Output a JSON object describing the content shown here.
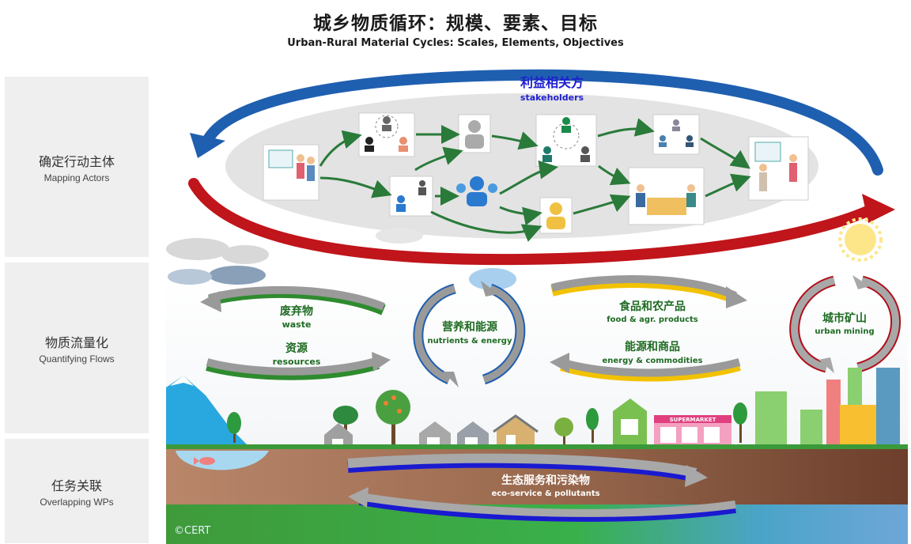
{
  "title": {
    "zh": "城乡物质循环：规模、要素、目标",
    "en": "Urban-Rural Material Cycles: Scales, Elements, Objectives"
  },
  "sidebar": [
    {
      "zh": "确定行动主体",
      "en": "Mapping Actors"
    },
    {
      "zh": "物质流量化",
      "en": "Quantifying Flows"
    },
    {
      "zh": "任务关联",
      "en": "Overlapping  WPs"
    }
  ],
  "stakeholders": {
    "zh": "利益相关方",
    "en": "stakeholders"
  },
  "flows": {
    "waste": {
      "zh": "废弃物",
      "en": "waste"
    },
    "resources": {
      "zh": "资源",
      "en": "resources"
    },
    "nutrients": {
      "zh": "营养和能源",
      "en": "nutrients & energy"
    },
    "food": {
      "zh": "食品和农产品",
      "en": "food & agr. products"
    },
    "energy": {
      "zh": "能源和商品",
      "en": "energy & commodities"
    },
    "mining": {
      "zh": "城市矿山",
      "en": "urban mining"
    },
    "eco": {
      "zh": "生态服务和污染物",
      "en": "eco-service & pollutants"
    }
  },
  "supermarket_label": "SUPERMARKET",
  "copyright": "©CERT",
  "colors": {
    "arrow_blue": "#1f5fb0",
    "arrow_red": "#c0151b",
    "flow_green": "#2e8b2e",
    "flow_yellow": "#f2c200",
    "text_green": "#1e6b22",
    "text_blue": "#1e1ecf",
    "mining_red": "#b0101a"
  }
}
